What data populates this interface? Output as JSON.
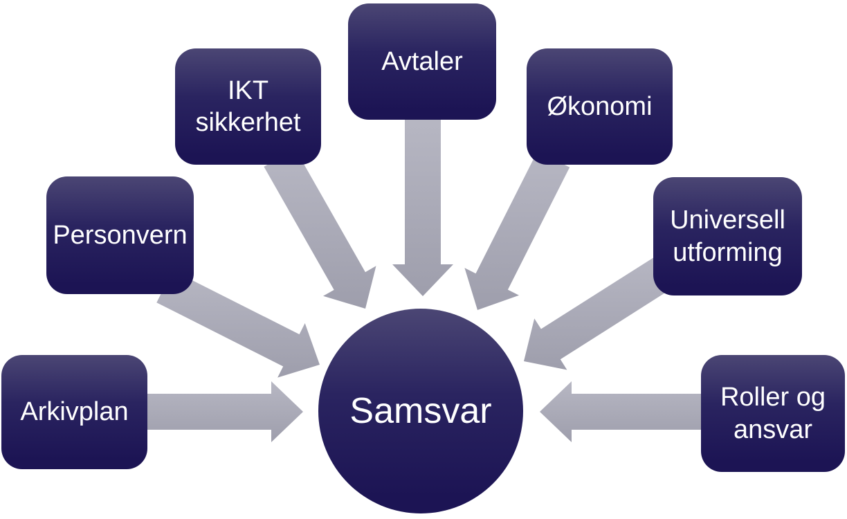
{
  "diagram": {
    "center": {
      "id": "samsvar",
      "label": "Samsvar"
    },
    "nodes": [
      {
        "id": "arkivplan",
        "label": "Arkivplan"
      },
      {
        "id": "personvern",
        "label": "Personvern"
      },
      {
        "id": "ikt-sikkerhet",
        "label": "IKT sikkerhet"
      },
      {
        "id": "avtaler",
        "label": "Avtaler"
      },
      {
        "id": "okonomi",
        "label": "Økonomi"
      },
      {
        "id": "universell-utforming",
        "label": "Universell utforming"
      },
      {
        "id": "roller-og-ansvar",
        "label": "Roller og ansvar"
      }
    ],
    "connections": [
      {
        "from": "Arkivplan",
        "to": "Samsvar"
      },
      {
        "from": "Personvern",
        "to": "Samsvar"
      },
      {
        "from": "IKT sikkerhet",
        "to": "Samsvar"
      },
      {
        "from": "Avtaler",
        "to": "Samsvar"
      },
      {
        "from": "Økonomi",
        "to": "Samsvar"
      },
      {
        "from": "Universell utforming",
        "to": "Samsvar"
      },
      {
        "from": "Roller og ansvar",
        "to": "Samsvar"
      }
    ],
    "colors": {
      "shape_gradient_top": "#4b4674",
      "shape_gradient_mid": "#2a2460",
      "shape_gradient_bottom": "#1c1454",
      "arrow_gradient_top": "#b7b7c3",
      "arrow_gradient_bottom": "#9e9eac",
      "text": "#ffffff",
      "background": "#ffffff"
    }
  }
}
